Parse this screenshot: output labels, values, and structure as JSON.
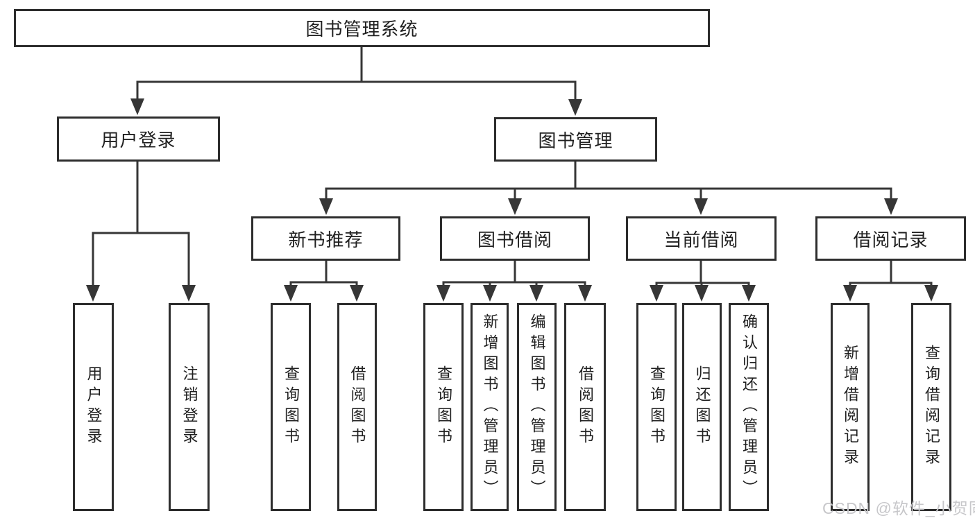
{
  "tree": {
    "root": {
      "label": "图书管理系统"
    },
    "level2": [
      {
        "label": "用户登录"
      },
      {
        "label": "图书管理"
      }
    ],
    "level3": [
      {
        "label": "新书推荐"
      },
      {
        "label": "图书借阅"
      },
      {
        "label": "当前借阅"
      },
      {
        "label": "借阅记录"
      }
    ],
    "leaves": {
      "userLogin": [
        {
          "label": "用户登录"
        },
        {
          "label": "注销登录"
        }
      ],
      "newBooks": [
        {
          "label": "查询图书"
        },
        {
          "label": "借阅图书"
        }
      ],
      "borrow": [
        {
          "label": "查询图书"
        },
        {
          "label": "新增图书（管理员）"
        },
        {
          "label": "编辑图书（管理员）"
        },
        {
          "label": "借阅图书"
        }
      ],
      "current": [
        {
          "label": "查询图书"
        },
        {
          "label": "归还图书"
        },
        {
          "label": "确认归还（管理员）"
        }
      ],
      "records": [
        {
          "label": "新增借阅记录"
        },
        {
          "label": "查询借阅记录"
        }
      ]
    }
  },
  "watermark": {
    "text": "CSDN @软件_小贺同学"
  },
  "colors": {
    "line": "#363636",
    "border": "#2d2d2d",
    "text": "#1f1f1f",
    "watermark": "#c7c7ca",
    "background": "#ffffff"
  }
}
